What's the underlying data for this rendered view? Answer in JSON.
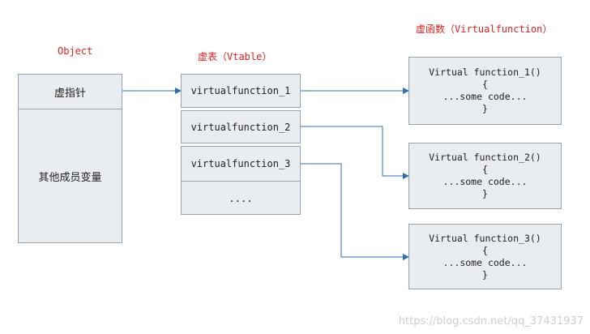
{
  "labels": {
    "object": "Object",
    "vtable": "虚表（Vtable）",
    "virtual_functions": "虚函数（Virtualfunction）"
  },
  "object_box": {
    "vptr": "虚指针",
    "members": "其他成员变量"
  },
  "vtable_entries": [
    "virtualfunction_1",
    "virtualfunction_2",
    "virtualfunction_3",
    "...."
  ],
  "functions": [
    {
      "signature": "Virtual function_1()",
      "open": "{",
      "body": "...some code...",
      "close": "}"
    },
    {
      "signature": "Virtual function_2()",
      "open": "{",
      "body": "...some code...",
      "close": "}"
    },
    {
      "signature": "Virtual function_3()",
      "open": "{",
      "body": "...some code...",
      "close": "}"
    }
  ],
  "watermark": "https://blog.csdn.net/qq_37431937",
  "colors": {
    "label": "#e0201f",
    "box_fill": "#e9edf2",
    "box_border": "#9aa3ad",
    "arrow": "#2e6fad"
  }
}
